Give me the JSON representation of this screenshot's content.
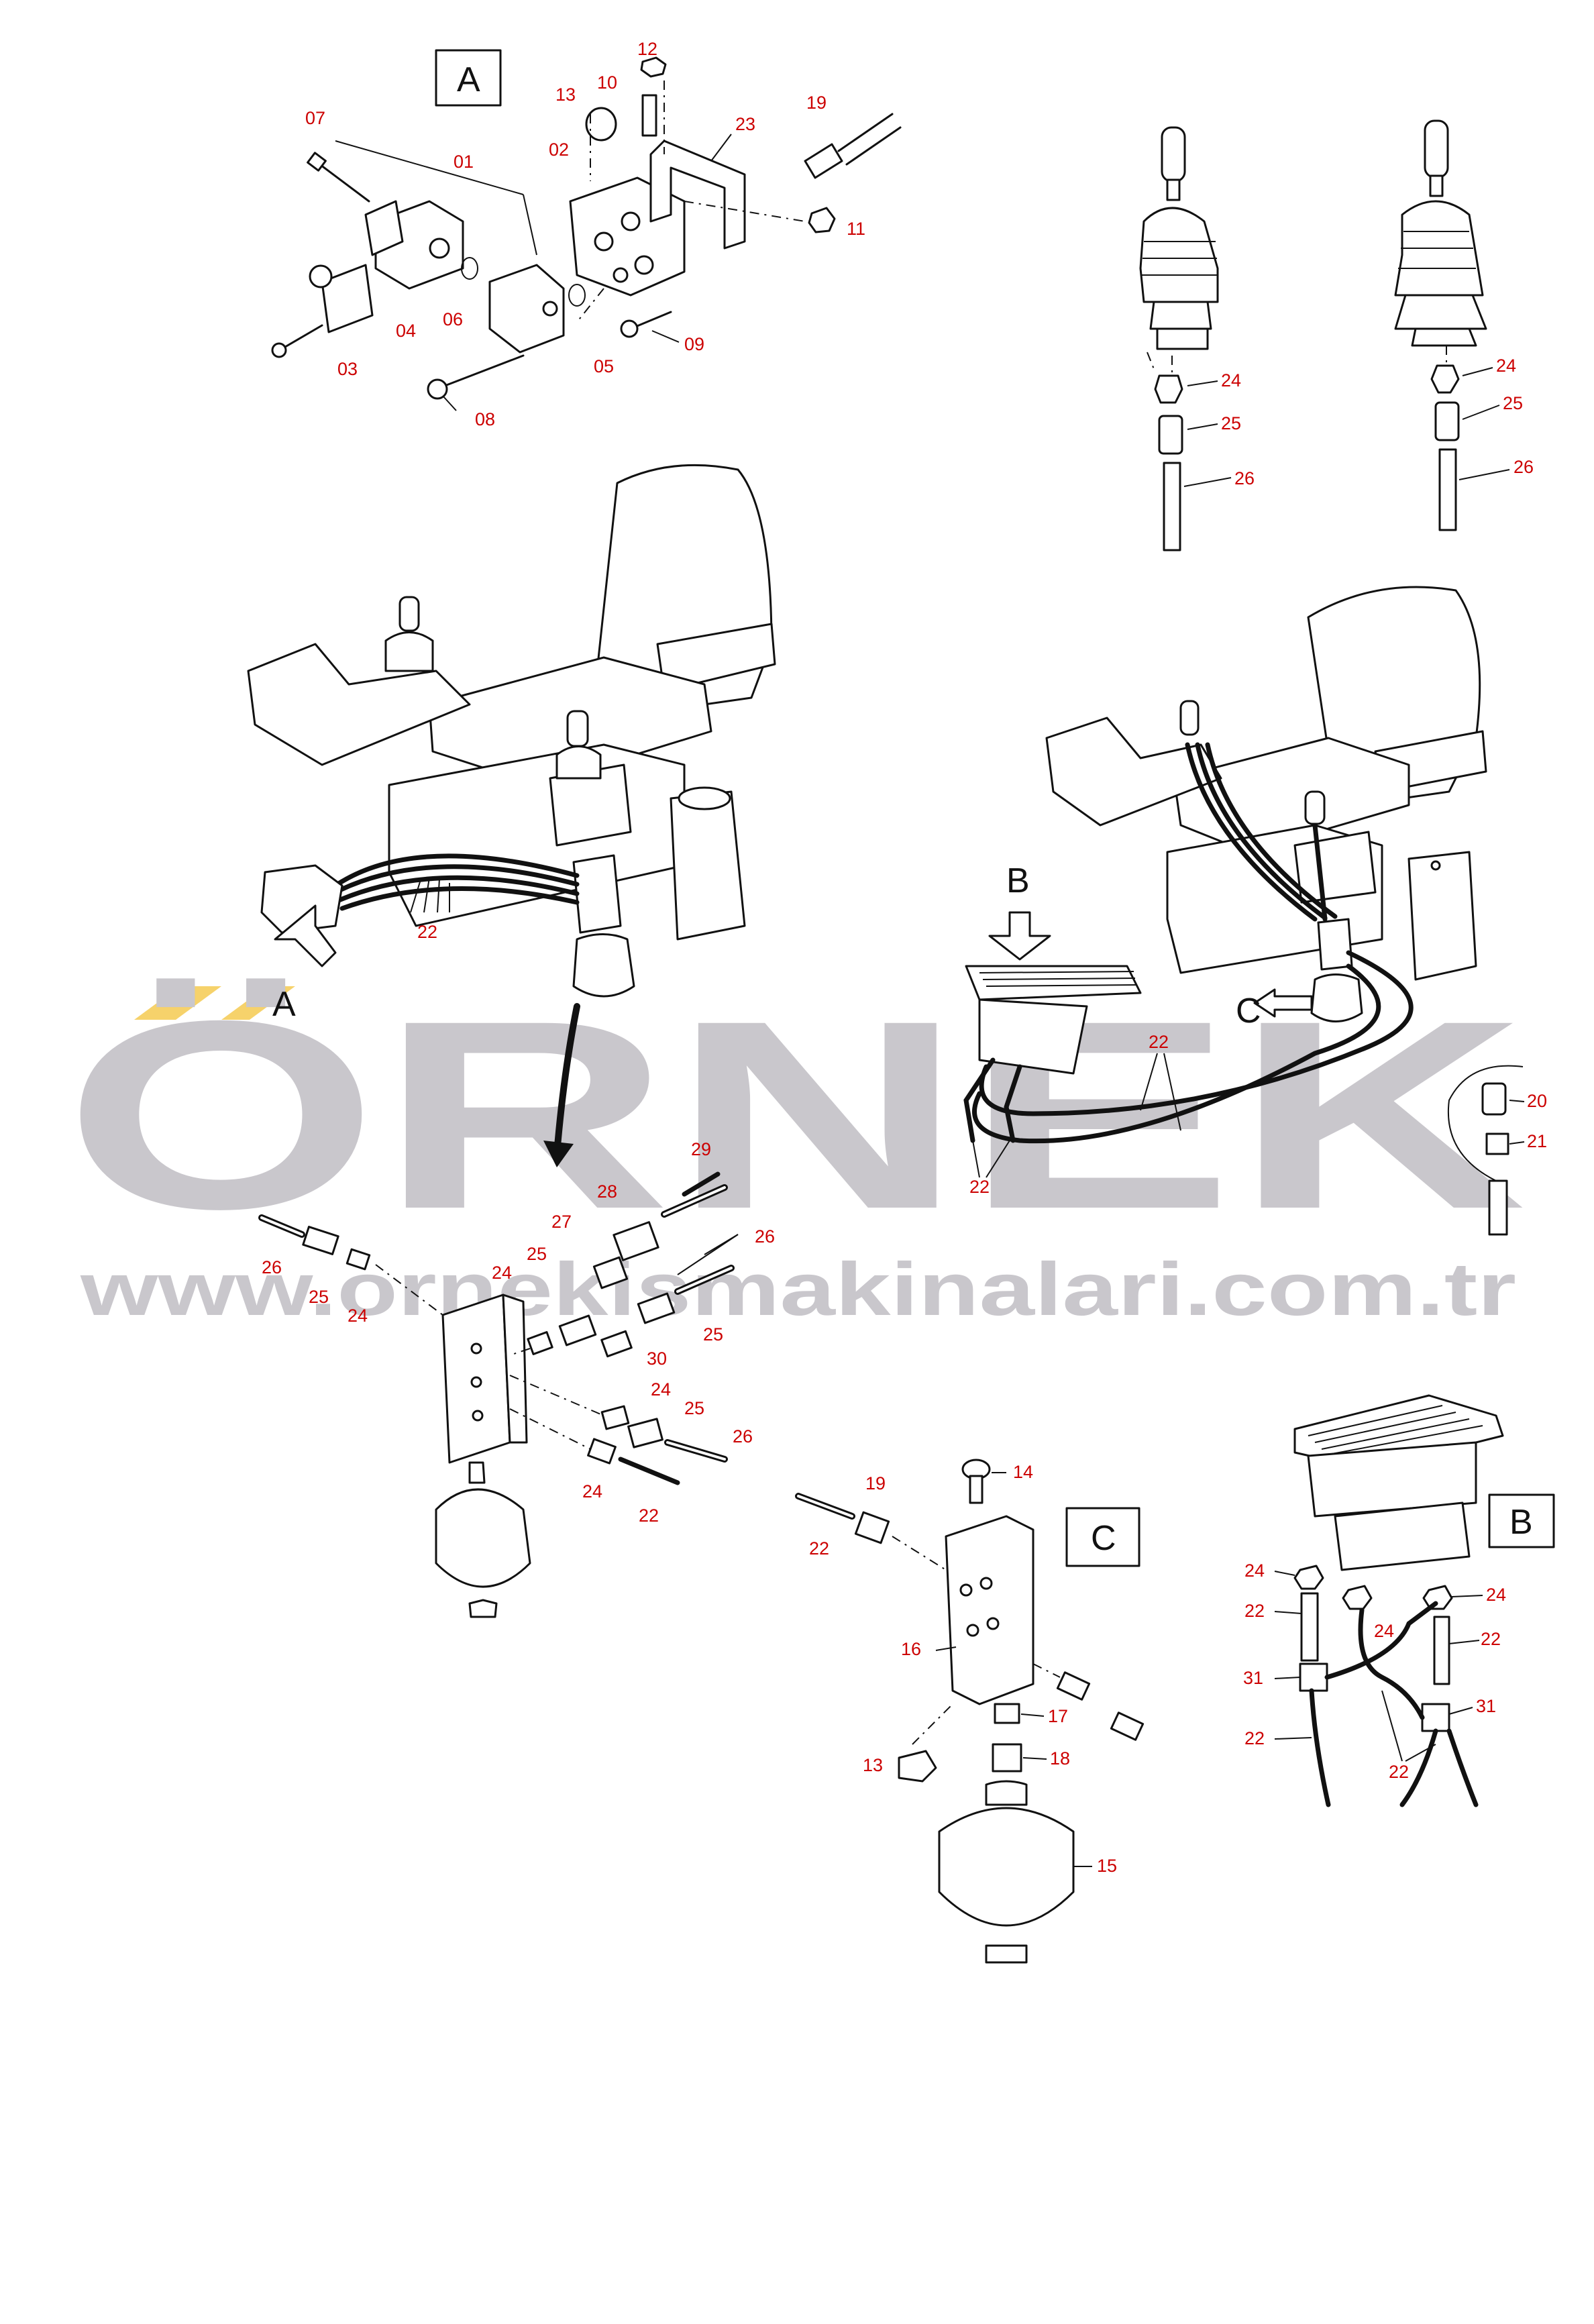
{
  "watermark": {
    "brand": "ÖRNEK",
    "url": "www.ornekismakinalari.com.tr",
    "dot_color": "#f6d26b",
    "text_color": "#c9c7cc"
  },
  "views": {
    "A": "A",
    "B": "B",
    "C": "C"
  },
  "part_labels": {
    "p01": "01",
    "p02": "02",
    "p03": "03",
    "p04": "04",
    "p05": "05",
    "p06": "06",
    "p07": "07",
    "p08": "08",
    "p09": "09",
    "p10": "10",
    "p11": "11",
    "p12": "12",
    "p13": "13",
    "p14": "14",
    "p15": "15",
    "p16": "16",
    "p17": "17",
    "p18": "18",
    "p19": "19",
    "p20": "20",
    "p21": "21",
    "p22": "22",
    "p23": "23",
    "p24": "24",
    "p25": "25",
    "p26": "26",
    "p27": "27",
    "p28": "28",
    "p29": "29",
    "p30": "30",
    "p31": "31"
  },
  "label_color": "#cc0000"
}
